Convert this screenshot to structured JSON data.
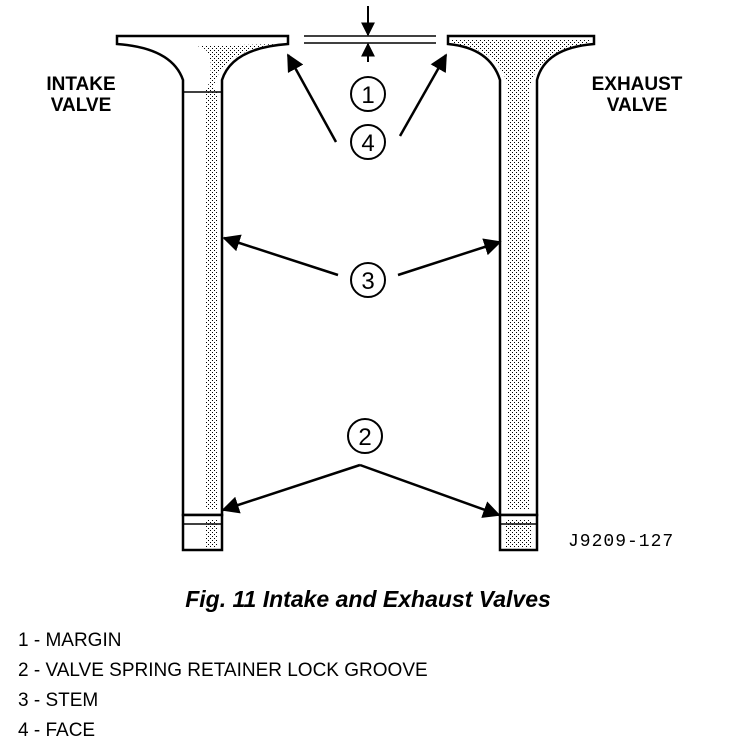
{
  "labels": {
    "intake": [
      "INTAKE",
      "VALVE"
    ],
    "exhaust": [
      "EXHAUST",
      "VALVE"
    ]
  },
  "figure_code": "J9209-127",
  "callouts": {
    "margin": "1",
    "groove": "2",
    "stem": "3",
    "face": "4"
  },
  "caption": "Fig. 11 Intake and Exhaust Valves",
  "legend": [
    {
      "number": "1",
      "text": " - MARGIN"
    },
    {
      "number": "2",
      "text": " - VALVE SPRING RETAINER LOCK GROOVE"
    },
    {
      "number": "3",
      "text": " - STEM"
    },
    {
      "number": "4",
      "text": " - FACE"
    }
  ]
}
